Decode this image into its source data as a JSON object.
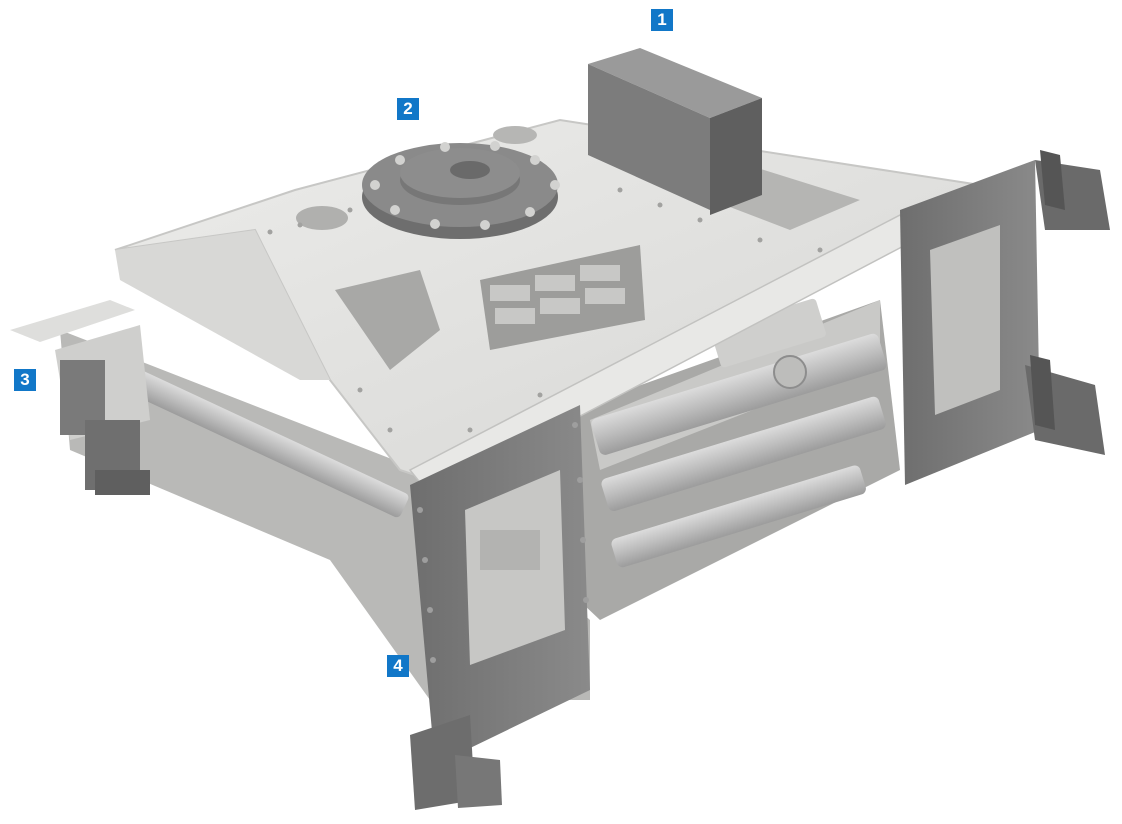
{
  "callouts": [
    {
      "label": "1"
    },
    {
      "label": "2"
    },
    {
      "label": "3"
    },
    {
      "label": "4"
    }
  ],
  "colors": {
    "callout_bg": "#1177c8",
    "callout_text": "#ffffff",
    "frame_light": "#e3e3e1",
    "frame_dark": "#777777",
    "background": "#ffffff"
  },
  "icons": [
    "motor-block-icon",
    "rotary-flange-icon",
    "gripper-arm-icon"
  ]
}
